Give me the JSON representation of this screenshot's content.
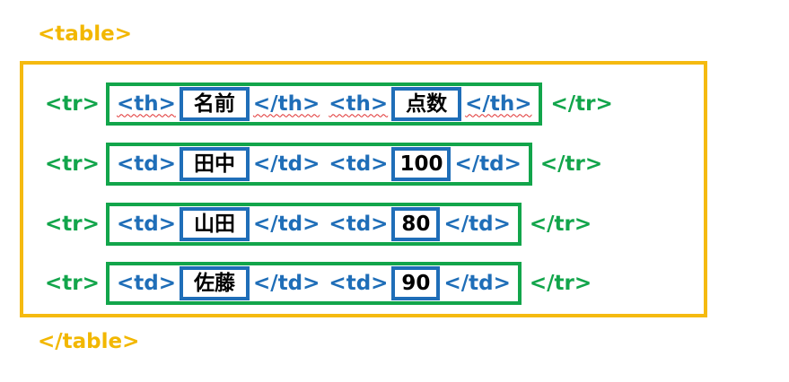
{
  "table_open": "<table>",
  "table_close": "</table>",
  "rows": [
    {
      "tr_open": "<tr>",
      "tr_close": "</tr>",
      "cells": [
        {
          "open": "<th>",
          "value": "名前",
          "close": "</th>"
        },
        {
          "open": "<th>",
          "value": "点数",
          "close": "</th>"
        }
      ]
    },
    {
      "tr_open": "<tr>",
      "tr_close": "</tr>",
      "cells": [
        {
          "open": "<td>",
          "value": "田中",
          "close": "</td>"
        },
        {
          "open": "<td>",
          "value": "100",
          "close": "</td>"
        }
      ]
    },
    {
      "tr_open": "<tr>",
      "tr_close": "</tr>",
      "cells": [
        {
          "open": "<td>",
          "value": "山田",
          "close": "</td>"
        },
        {
          "open": "<td>",
          "value": "80",
          "close": "</td>"
        }
      ]
    },
    {
      "tr_open": "<tr>",
      "tr_close": "</tr>",
      "cells": [
        {
          "open": "<td>",
          "value": "佐藤",
          "close": "</td>"
        },
        {
          "open": "<td>",
          "value": "90",
          "close": "</td>"
        }
      ]
    }
  ],
  "colors": {
    "table": "#F5BA10",
    "tr": "#12A54B",
    "cell": "#1F6EB8",
    "text": "#000000"
  }
}
